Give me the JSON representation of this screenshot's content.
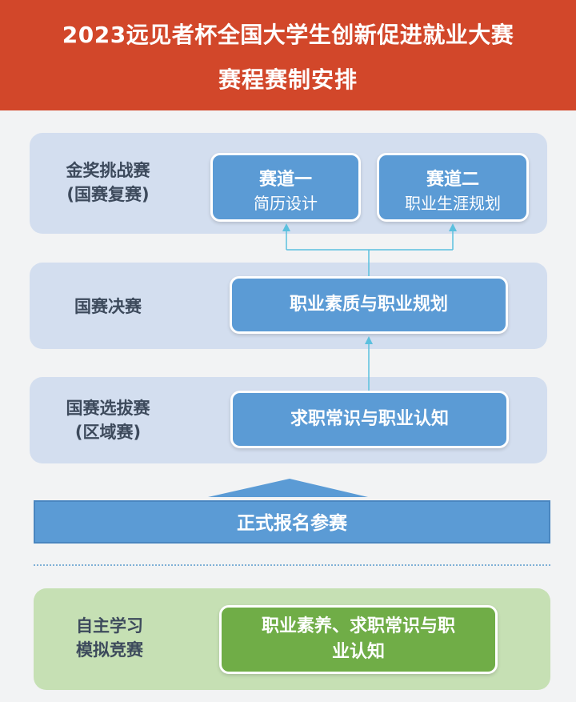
{
  "header": {
    "title_line1": "2023远见者杯全国大学生创新促进就业大赛",
    "title_line2": "赛程赛制安排"
  },
  "stages": {
    "gold": {
      "label_line1": "金奖挑战赛",
      "label_line2": "(国赛复赛)",
      "track1_title": "赛道一",
      "track1_sub": "简历设计",
      "track2_title": "赛道二",
      "track2_sub": "职业生涯规划"
    },
    "final": {
      "label": "国赛决赛",
      "box": "职业素质与职业规划"
    },
    "selection": {
      "label_line1": "国赛选拔赛",
      "label_line2": "(区域赛)",
      "box": "求职常识与职业认知"
    },
    "registration": "正式报名参赛",
    "practice": {
      "label_line1": "自主学习",
      "label_line2": "模拟竞赛",
      "box_line1": "职业素养、求职常识与职",
      "box_line2": "业认知"
    }
  },
  "colors": {
    "header_bg": "#d2472a",
    "panel_bg": "#d3deef",
    "box_blue": "#5b9bd5",
    "green_panel": "#c6e0b4",
    "green_box": "#70ad47",
    "arrow": "#5bc0de"
  }
}
